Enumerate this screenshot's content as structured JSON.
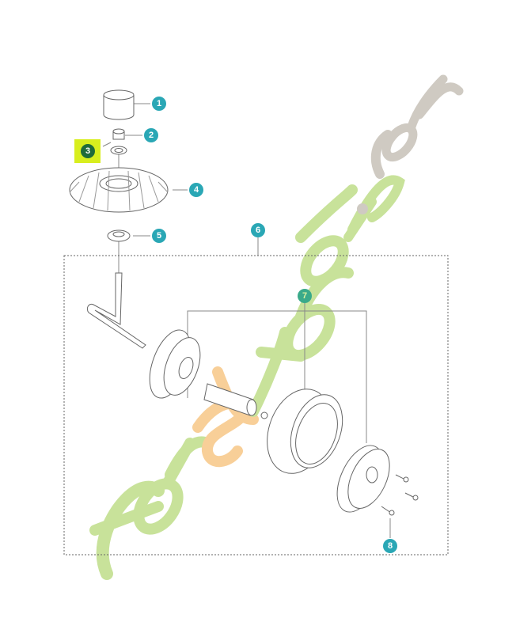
{
  "diagram": {
    "type": "exploded-parts-diagram",
    "subject": "Wheel / roller and axle assembly",
    "callouts": [
      {
        "id": "1",
        "label": "1",
        "part": "cylindrical cap"
      },
      {
        "id": "2",
        "label": "2",
        "part": "nut"
      },
      {
        "id": "3",
        "label": "3",
        "part": "washer / bearing",
        "highlighted": true
      },
      {
        "id": "4",
        "label": "4",
        "part": "ribbed disc guard"
      },
      {
        "id": "5",
        "label": "5",
        "part": "bearing bushing"
      },
      {
        "id": "6",
        "label": "6",
        "part": "axle and wheel kit (dashed group)"
      },
      {
        "id": "7",
        "label": "7",
        "part": "wheel (hub halves and tire)"
      },
      {
        "id": "8",
        "label": "8",
        "part": "screws"
      }
    ],
    "colors": {
      "callout": "#2aa7b5",
      "callout_highlight_bg": "#d8ee1e",
      "callout_highlight": "#1f6b3a",
      "line": "#777777"
    }
  },
  "watermark": {
    "text_main": "foretjardin",
    "text_suffix": ".com",
    "colors": {
      "green": "#c8e29a",
      "orange": "#f8cf98",
      "grey": "#cfcac2"
    }
  }
}
